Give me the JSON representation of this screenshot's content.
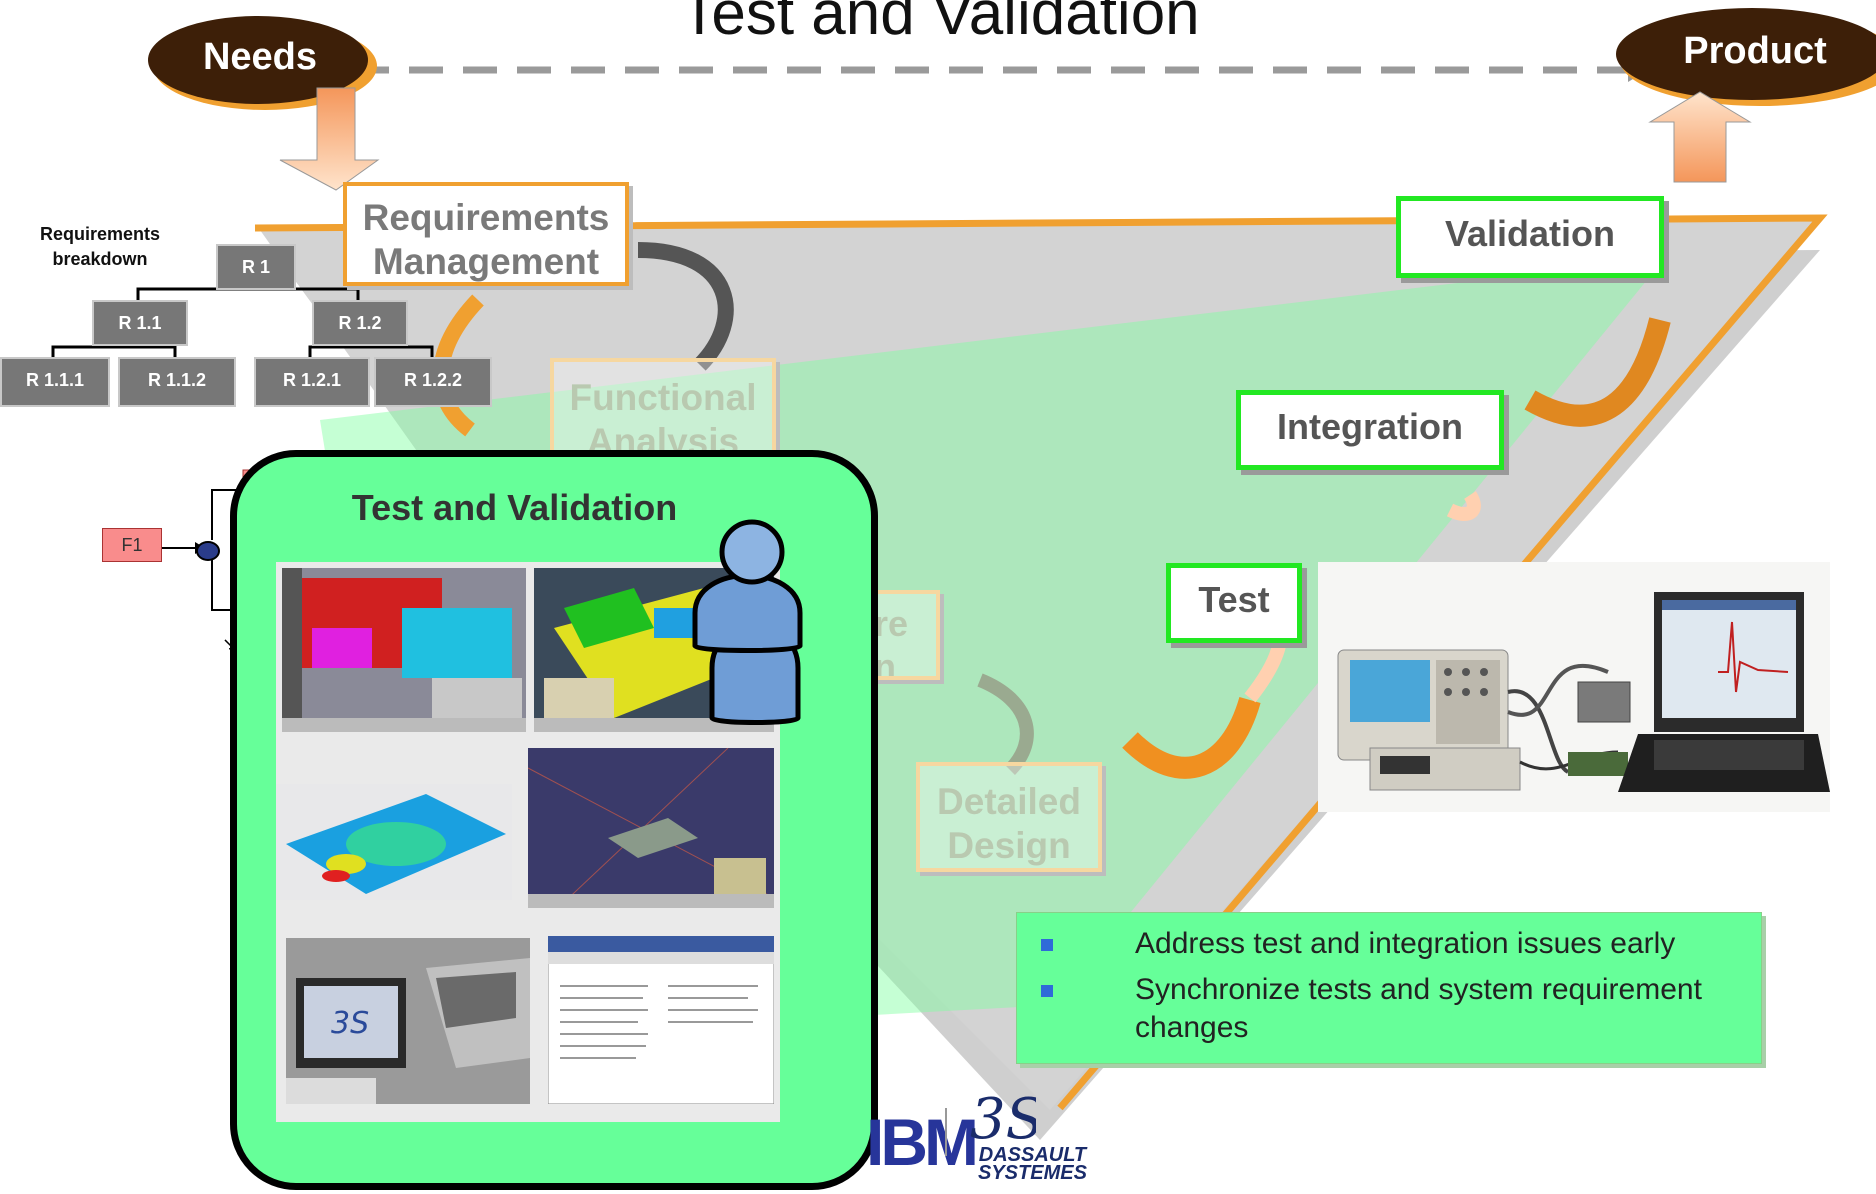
{
  "title": "Test and Validation",
  "needs": "Needs",
  "product": "Product",
  "stages": {
    "requirements": "Requirements Management",
    "functional": "Functional Analysis",
    "architecture_partial": "re n",
    "detailed": "Detailed Design",
    "test": "Test",
    "integration": "Integration",
    "validation": "Validation"
  },
  "requirements_breakdown": {
    "label": "Requirements breakdown",
    "boxes": [
      "R 1",
      "R 1.1",
      "R 1.2",
      "R 1.1.1",
      "R 1.1.2",
      "R 1.2.1",
      "R 1.2.2"
    ]
  },
  "function_box": "F1",
  "panel_title": "Test and Validation",
  "bullets": [
    "Address test and integration issues early",
    "Synchronize tests and system requirement changes"
  ],
  "logos": {
    "ibm": "IBM",
    "dassault_1": "DASSAULT",
    "dassault_2": "SYSTEMES"
  },
  "colors": {
    "accent_green": "#66ff99",
    "orange": "#f0a030",
    "oval": "#3d1f08",
    "stage_green_border": "#22e822"
  }
}
